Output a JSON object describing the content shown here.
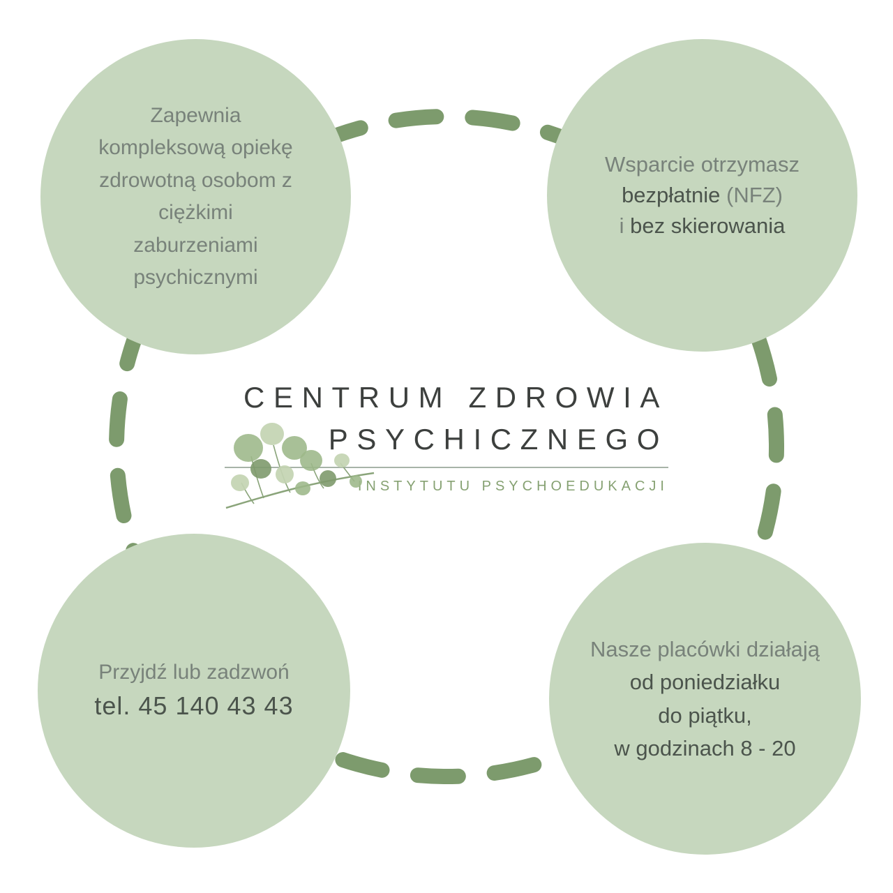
{
  "palette": {
    "background": "#ffffff",
    "circle_fill": "#c6d7be",
    "dash_color": "#7d9b6d",
    "text_muted": "#78827a",
    "text_strong": "#4b544c",
    "title_color": "#3d403e",
    "subtitle_color": "#86a172",
    "divider_color": "#a7b3a8"
  },
  "logo": {
    "title_line1": "CENTRUM ZDROWIA",
    "title_line2": "PSYCHICZNEGO",
    "subtitle": "INSTYTUTU PSYCHOEDUKACJI",
    "branch_icon": "eucalyptus-branch"
  },
  "bubbles": {
    "top_left": {
      "lines": [
        "Zapewnia",
        "kompleksową opiekę",
        "zdrowotną osobom z",
        "ciężkimi",
        "zaburzeniami",
        "psychicznymi"
      ]
    },
    "top_right": {
      "line1": "Wsparcie otrzymasz",
      "line2_strong": "bezpłatnie",
      "line2_rest": " (NFZ)",
      "line3_pre": "i ",
      "line3_strong": "bez skierowania"
    },
    "bottom_left": {
      "line1": "Przyjdź lub zadzwoń",
      "line2": "tel. 45 140 43 43"
    },
    "bottom_right": {
      "line1": "Nasze placówki działają",
      "line2": "od poniedziałku",
      "line3": "do piątku,",
      "line4": "w godzinach 8 - 20"
    }
  }
}
